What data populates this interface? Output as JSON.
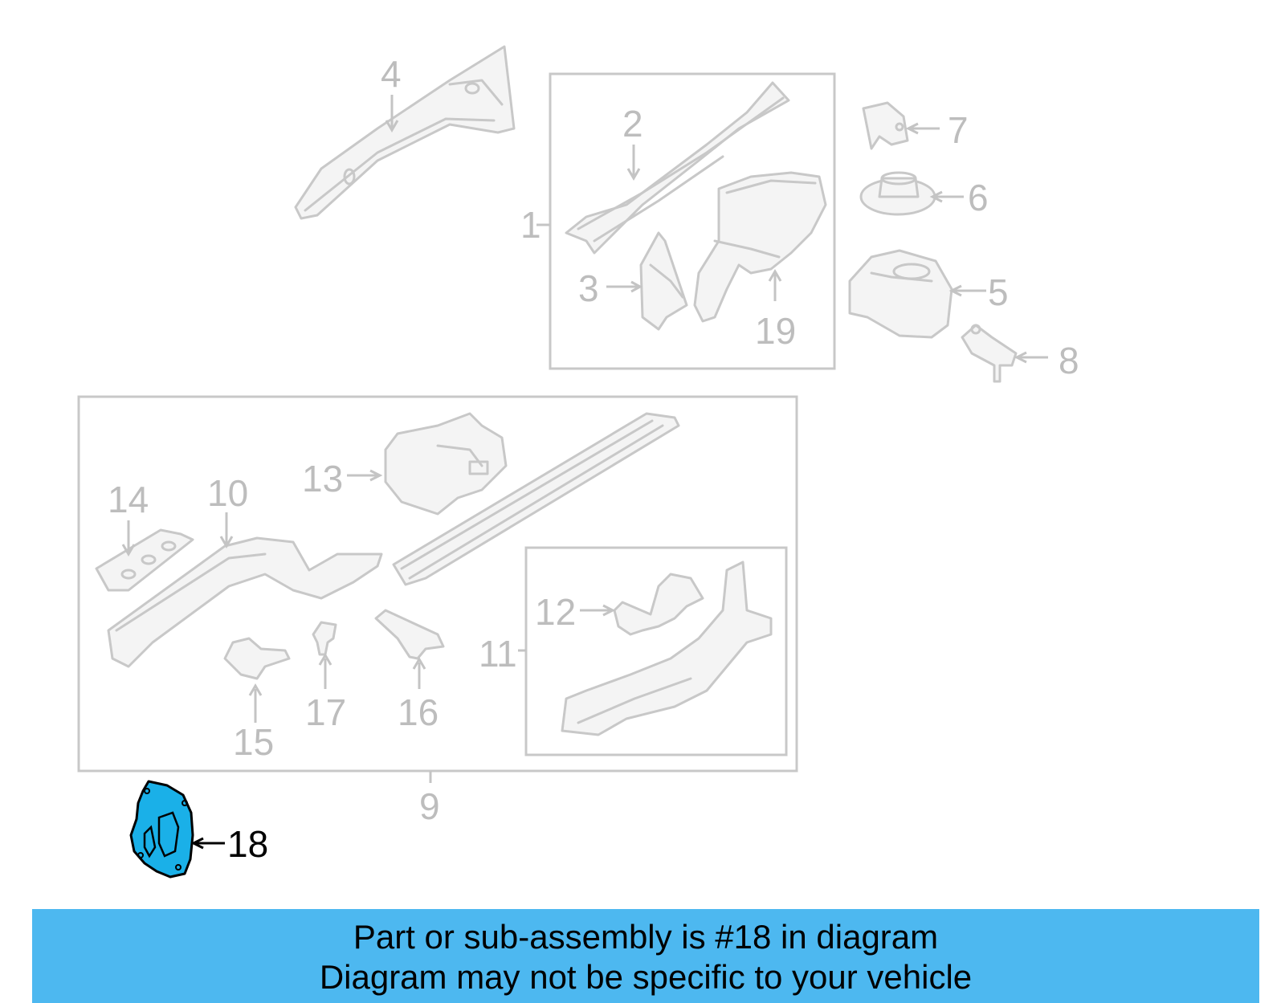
{
  "colors": {
    "highlight_fill": "#1ab0e8",
    "banner_bg": "#4db8f0",
    "faded_part": "#c8c8c8",
    "faded_text": "#bdbdbd"
  },
  "callouts": {
    "c1": "1",
    "c2": "2",
    "c3": "3",
    "c4": "4",
    "c5": "5",
    "c6": "6",
    "c7": "7",
    "c8": "8",
    "c9": "9",
    "c10": "10",
    "c11": "11",
    "c12": "12",
    "c13": "13",
    "c14": "14",
    "c15": "15",
    "c16": "16",
    "c17": "17",
    "c18": "18",
    "c19": "19"
  },
  "highlighted_part": "18",
  "banner": {
    "line1": "Part or sub-assembly is #18 in diagram",
    "line2": "Diagram may not be specific to your vehicle"
  }
}
